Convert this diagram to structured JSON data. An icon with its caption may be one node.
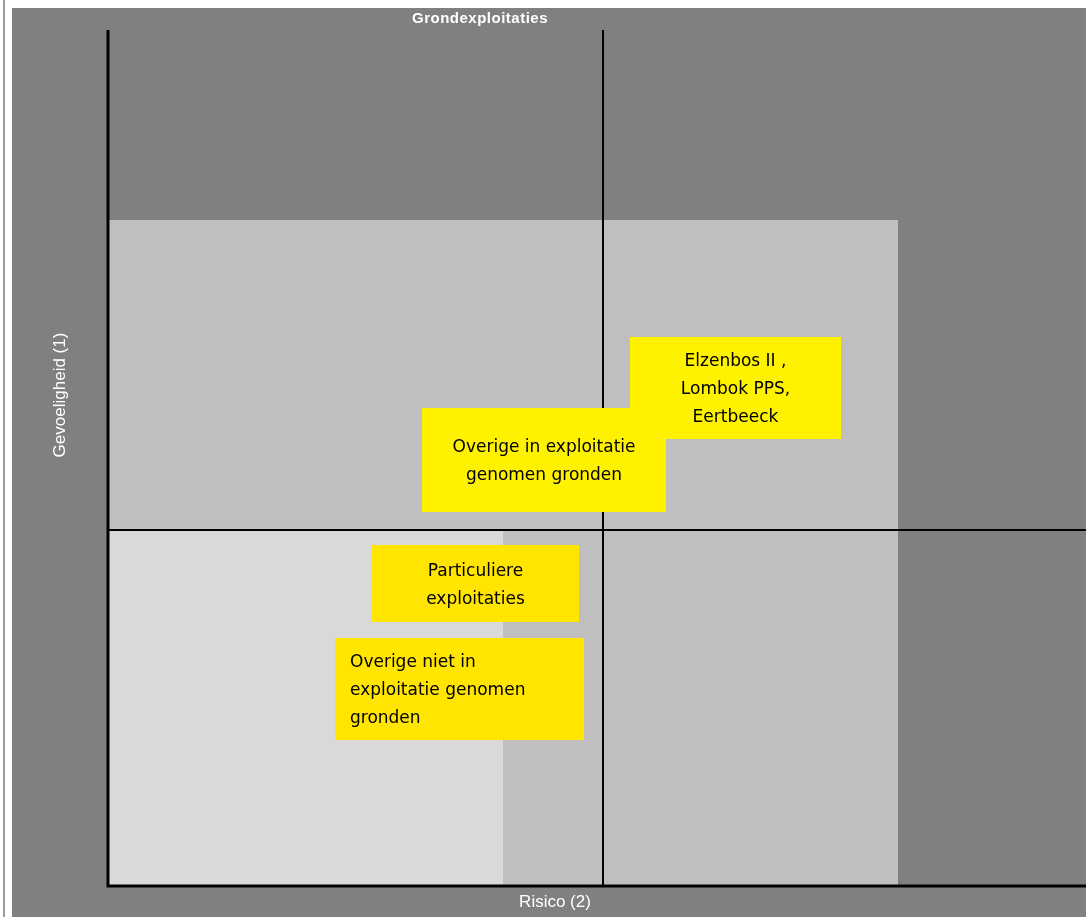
{
  "diagram": {
    "title": "Grondexploitaties",
    "nodes": [
      {
        "text": [
          "Elzenbos II , Lombok PPS, Eertbeeck"
        ]
      },
      {
        "text": [
          "Overige in exploitatie genomen gronden"
        ]
      },
      {
        "text": [
          "Particuliere exploitaties"
        ]
      },
      {
        "text": [
          "Overige niet in exploitatie genomen gronden"
        ]
      }
    ],
    "labels": [
      "Gevoeligheid (1)",
      "Risico (2)"
    ]
  }
}
